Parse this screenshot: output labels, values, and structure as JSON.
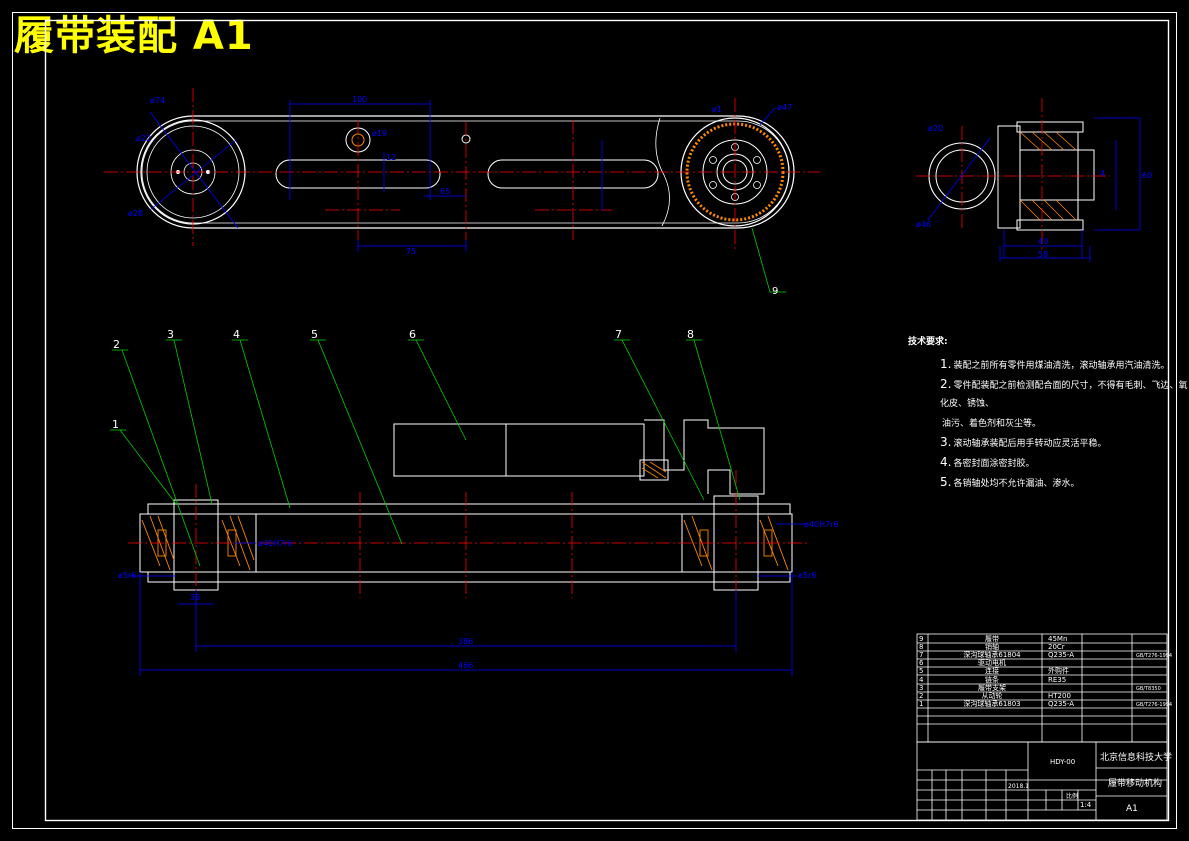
{
  "title": "履带装配 A1",
  "technical_requirements": {
    "heading": "技术要求:",
    "items": [
      {
        "num": "1.",
        "text": "装配之前所有零件用煤油清洗，滚动轴承用汽油清洗。"
      },
      {
        "num": "2.",
        "text": "零件配装配之前检测配合面的尺寸，不得有毛刺、飞边、氧化皮、锈蚀、"
      },
      {
        "num": "",
        "text": "油污、着色剂和灰尘等。"
      },
      {
        "num": "3.",
        "text": "滚动轴承装配后用手转动应灵活平稳。"
      },
      {
        "num": "4.",
        "text": "各密封面涂密封胶。"
      },
      {
        "num": "5.",
        "text": "各销轴处均不允许漏油、渗水。"
      }
    ]
  },
  "balloons": [
    "1",
    "2",
    "3",
    "4",
    "5",
    "6",
    "7",
    "8",
    "9"
  ],
  "dimensions": {
    "top_view": [
      "ø74",
      "ø22",
      "ø28",
      "100",
      "ø19",
      "ø1",
      "ø47",
      "12",
      "65",
      "75"
    ],
    "side_view": [
      "ø20",
      "ø46",
      "40",
      "58",
      "60",
      "4"
    ],
    "front_view": [
      "ø5r6",
      "ø40H7r6",
      "ø40H7r6",
      "ø5r6",
      "36",
      "386",
      "466"
    ]
  },
  "bom": [
    {
      "no": "9",
      "name": "履带",
      "material": "45Mn",
      "std": ""
    },
    {
      "no": "8",
      "name": "销轴",
      "material": "20Cr",
      "std": ""
    },
    {
      "no": "7",
      "name": "深沟球轴承61804",
      "material": "Q235-A",
      "std": "GB/T276-1994"
    },
    {
      "no": "6",
      "name": "驱动电机",
      "material": "",
      "std": ""
    },
    {
      "no": "5",
      "name": "连接",
      "material": "外购件",
      "std": ""
    },
    {
      "no": "4",
      "name": "链条",
      "material": "RE35",
      "std": ""
    },
    {
      "no": "3",
      "name": "履带支架",
      "material": "",
      "std": "GB/T8350"
    },
    {
      "no": "2",
      "name": "从动轮",
      "material": "HT200",
      "std": ""
    },
    {
      "no": "1",
      "name": "深沟球轴承61803",
      "material": "Q235-A",
      "std": "GB/T276-1994"
    }
  ],
  "title_block": {
    "school": "北京信息科技大学",
    "drawing_name": "履带移动机构",
    "sheet_size": "A1",
    "scale_label": "比例",
    "scale": "1:4",
    "date": "2018.1",
    "sheet_code": "HDY-00"
  },
  "colors": {
    "outline": "#ffffff",
    "centerline": "#ff0000",
    "dimension": "#0000ff",
    "leader": "#00cc00",
    "hatch": "#ff8800",
    "title_text": "#ffff00"
  }
}
